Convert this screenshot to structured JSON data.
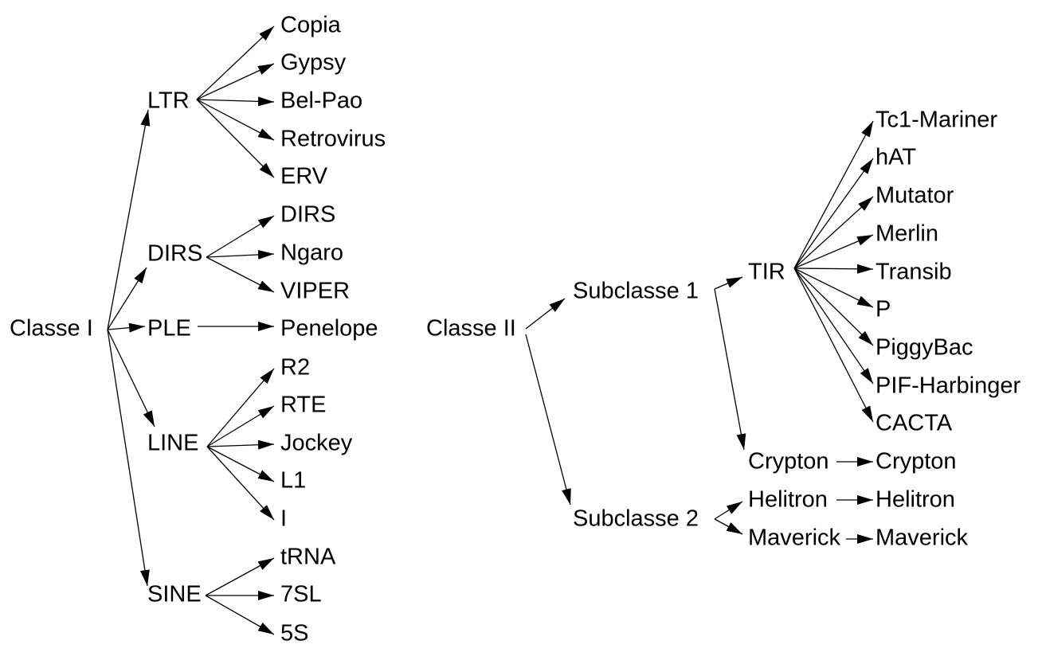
{
  "classe_1": {
    "root": "Classe I",
    "groups": [
      {
        "label": "LTR",
        "children": [
          "Copia",
          "Gypsy",
          "Bel-Pao",
          "Retrovirus",
          "ERV"
        ]
      },
      {
        "label": "DIRS",
        "children": [
          "DIRS",
          "Ngaro",
          "VIPER"
        ]
      },
      {
        "label": "PLE",
        "children": [
          "Penelope"
        ]
      },
      {
        "label": "LINE",
        "children": [
          "R2",
          "RTE",
          "Jockey",
          "L1",
          "I"
        ]
      },
      {
        "label": "SINE",
        "children": [
          "tRNA",
          "7SL",
          "5S"
        ]
      }
    ]
  },
  "classe_2": {
    "root": "Classe II",
    "subclasse_1": {
      "label": "Subclasse 1",
      "groups": [
        {
          "label": "TIR",
          "children": [
            "Tc1-Mariner",
            "hAT",
            "Mutator",
            "Merlin",
            "Transib",
            "P",
            "PiggyBac",
            "PIF-Harbinger",
            "CACTA"
          ]
        },
        {
          "label": "Crypton",
          "children": [
            "Crypton"
          ]
        }
      ]
    },
    "subclasse_2": {
      "label": "Subclasse 2",
      "groups": [
        {
          "label": "Helitron",
          "children": [
            "Helitron"
          ]
        },
        {
          "label": "Maverick",
          "children": [
            "Maverick"
          ]
        }
      ]
    }
  }
}
